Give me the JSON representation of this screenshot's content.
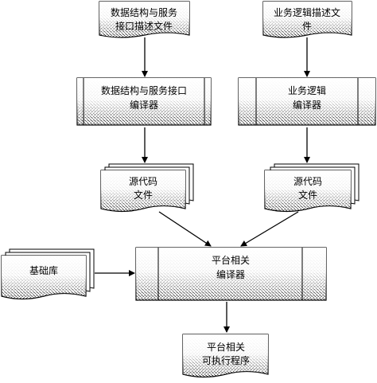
{
  "nodes": {
    "doc_data_interface": {
      "line1": "数据结构与服务",
      "line2": "接口描述文件"
    },
    "doc_business_logic": {
      "line1": "业务逻辑描述文",
      "line2": "件"
    },
    "compiler_data_interface": {
      "line1": "数据结构与服务接口",
      "line2": "编译器"
    },
    "compiler_business_logic": {
      "line1": "业务逻辑",
      "line2": "编译器"
    },
    "source_left": {
      "line1": "源代码",
      "line2": "文件"
    },
    "source_right": {
      "line1": "源代码",
      "line2": "文件"
    },
    "base_library": {
      "line1": "基础库"
    },
    "compiler_platform": {
      "line1": "平台相关",
      "line2": "编译器"
    },
    "executable": {
      "line1": "平台相关",
      "line2": "可执行程序"
    }
  },
  "colors": {
    "stroke": "#000000",
    "fill": "#ffffff",
    "shade_dark": "#404040",
    "shade_light": "#bdbdbd"
  }
}
